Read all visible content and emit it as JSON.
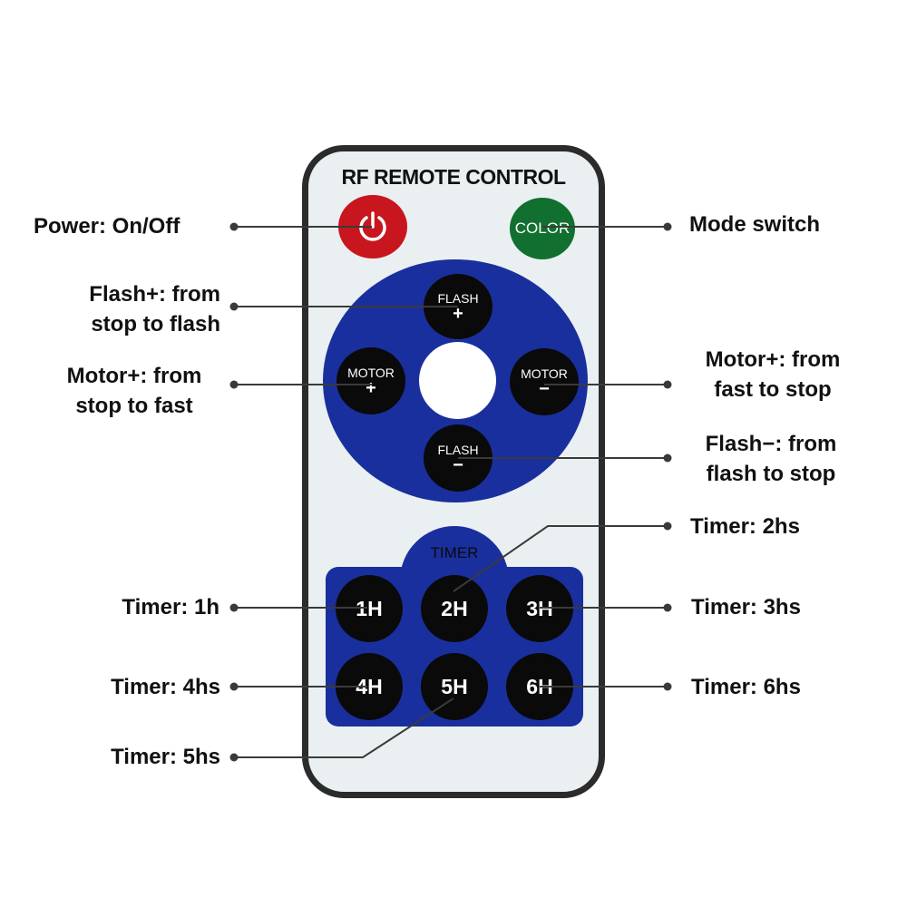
{
  "remote": {
    "title": "RF REMOTE CONTROL",
    "power_icon": "power-icon",
    "color_label": "COLOR",
    "flash_label": "FLASH",
    "motor_label": "MOTOR",
    "plus": "+",
    "minus": "−",
    "timer_label": "TIMER",
    "timers": [
      "1H",
      "2H",
      "3H",
      "4H",
      "5H",
      "6H"
    ],
    "colors": {
      "body": "#eaf0f2",
      "border": "#2b2b2b",
      "power": "#c8161e",
      "color_button": "#11702f",
      "blue": "#1a2f9e",
      "button": "#0a0a0a"
    }
  },
  "callouts": {
    "power": "Power: On/Off",
    "mode": "Mode switch",
    "flash_plus_1": "Flash+: from",
    "flash_plus_2": "stop to flash",
    "motor_plus_left_1": "Motor+: from",
    "motor_plus_left_2": "stop to fast",
    "motor_plus_right_1": "Motor+: from",
    "motor_plus_right_2": "fast to stop",
    "flash_minus_1": "Flash−: from",
    "flash_minus_2": "flash to stop",
    "timer_2": "Timer: 2hs",
    "timer_1": "Timer: 1h",
    "timer_3": "Timer: 3hs",
    "timer_4": "Timer: 4hs",
    "timer_6": "Timer: 6hs",
    "timer_5": "Timer: 5hs"
  }
}
